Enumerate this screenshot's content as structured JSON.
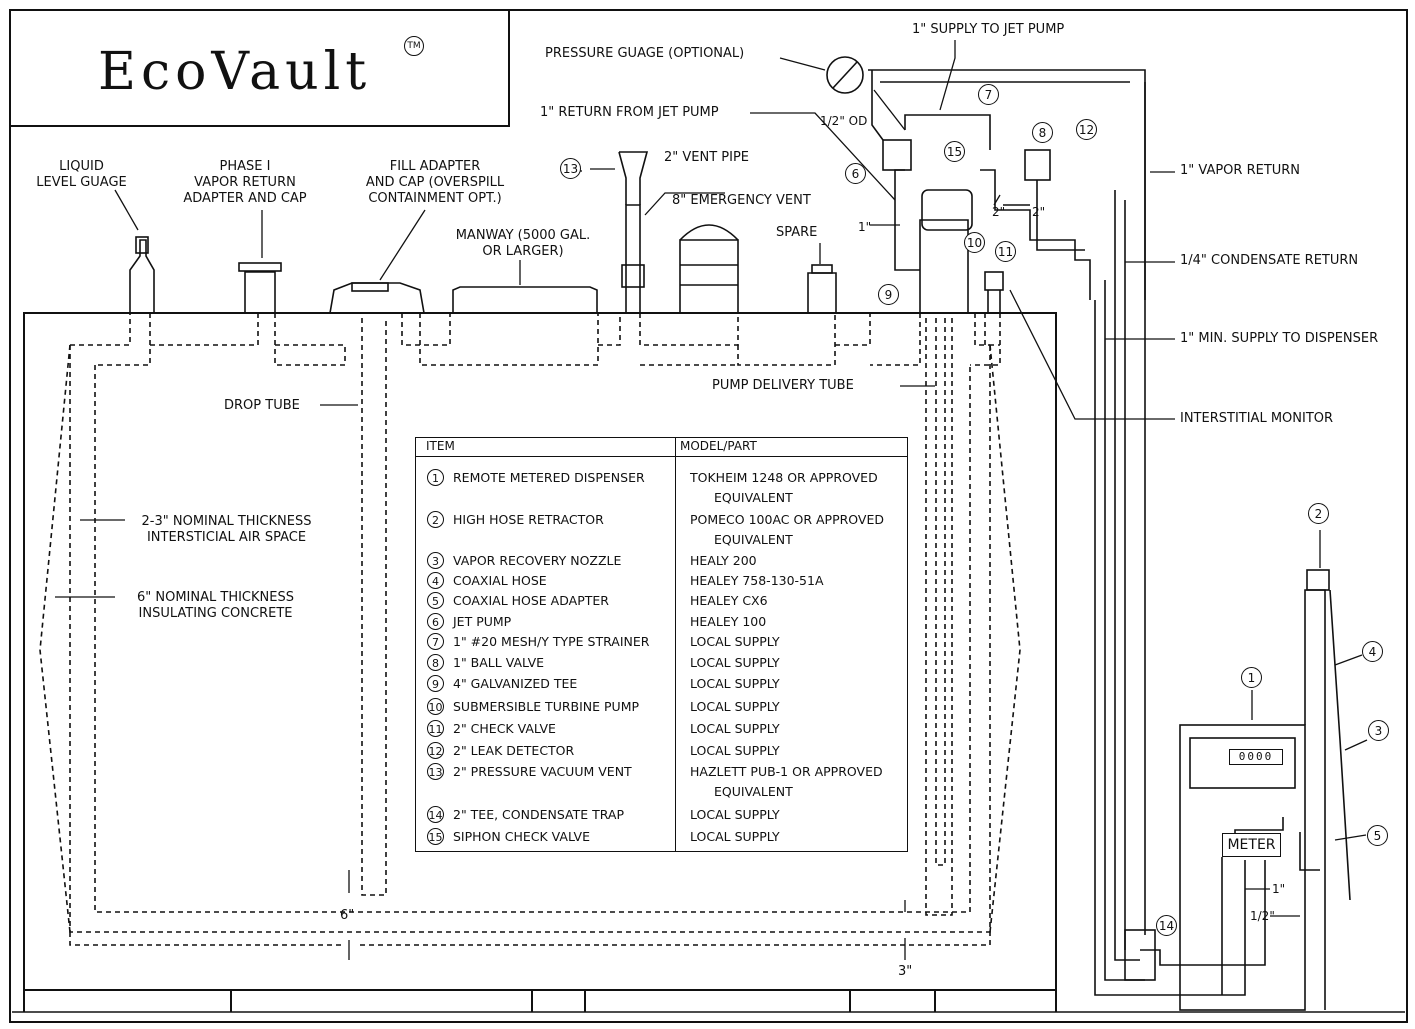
{
  "logo": {
    "name": "EcoVault",
    "tm": "TM"
  },
  "labels": {
    "pressure_gauge": "PRESSURE GUAGE (OPTIONAL)",
    "supply_to_jet_pump": "1\" SUPPLY TO JET PUMP",
    "return_from_jet_pump": "1\" RETURN FROM JET PUMP",
    "half_od": "1/2\" OD",
    "vent_pipe": "2\" VENT PIPE",
    "emergency_vent": "8\" EMERGENCY VENT",
    "vapor_return": "1\" VAPOR RETURN",
    "condensate_return": "1/4\" CONDENSATE RETURN",
    "min_supply": "1\" MIN. SUPPLY TO DISPENSER",
    "interstitial_monitor": "INTERSTITIAL MONITOR",
    "liquid_level_l1": "LIQUID",
    "liquid_level_l2": "LEVEL GUAGE",
    "phase1_l1": "PHASE I",
    "phase1_l2": "VAPOR RETURN",
    "phase1_l3": "ADAPTER AND CAP",
    "fill_l1": "FILL ADAPTER",
    "fill_l2": "AND CAP (OVERSPILL",
    "fill_l3": "CONTAINMENT OPT.)",
    "manway_l1": "MANWAY (5000 GAL.",
    "manway_l2": "OR LARGER)",
    "spare": "SPARE",
    "one_inch_a": "1\"",
    "two_inch_a": "2\"",
    "two_inch_b": "2\"",
    "drop_tube": "DROP TUBE",
    "pump_delivery_tube": "PUMP DELIVERY TUBE",
    "air_space_l1": "2-3\" NOMINAL THICKNESS",
    "air_space_l2": "INTERSTICIAL AIR SPACE",
    "concrete_l1": "6\" NOMINAL THICKNESS",
    "concrete_l2": "INSULATING CONCRETE",
    "six_inch": "6\"",
    "three_inch": "3\"",
    "one_inch_b": "1\"",
    "half_inch": "1/2\"",
    "meter": "METER",
    "meter_digits": "0000",
    "stray_mark": "1"
  },
  "table": {
    "header_item": "ITEM",
    "header_model": "MODEL/PART",
    "rows": [
      {
        "num": "1",
        "desc": "REMOTE METERED DISPENSER",
        "model": "TOKHEIM 1248 OR APPROVED",
        "model2": "EQUIVALENT"
      },
      {
        "num": "2",
        "desc": "HIGH HOSE RETRACTOR",
        "model": "POMECO 100AC OR APPROVED",
        "model2": "EQUIVALENT"
      },
      {
        "num": "3",
        "desc": "VAPOR RECOVERY NOZZLE",
        "model": "HEALY  200",
        "model2": ""
      },
      {
        "num": "4",
        "desc": "COAXIAL HOSE",
        "model": "HEALEY 758-130-51A",
        "model2": ""
      },
      {
        "num": "5",
        "desc": "COAXIAL HOSE ADAPTER",
        "model": "HEALEY CX6",
        "model2": ""
      },
      {
        "num": "6",
        "desc": "JET PUMP",
        "model": "HEALEY 100",
        "model2": ""
      },
      {
        "num": "7",
        "desc": "1\" #20 MESH/Y TYPE STRAINER",
        "model": "LOCAL SUPPLY",
        "model2": ""
      },
      {
        "num": "8",
        "desc": "1\" BALL VALVE",
        "model": "LOCAL SUPPLY",
        "model2": ""
      },
      {
        "num": "9",
        "desc": "4\" GALVANIZED TEE",
        "model": "LOCAL SUPPLY",
        "model2": ""
      },
      {
        "num": "10",
        "desc": "SUBMERSIBLE TURBINE PUMP",
        "model": "LOCAL SUPPLY",
        "model2": ""
      },
      {
        "num": "11",
        "desc": "2\" CHECK VALVE",
        "model": "LOCAL SUPPLY",
        "model2": ""
      },
      {
        "num": "12",
        "desc": "2\" LEAK DETECTOR",
        "model": "LOCAL SUPPLY",
        "model2": ""
      },
      {
        "num": "13",
        "desc": "2\" PRESSURE VACUUM VENT",
        "model": "HAZLETT PUB-1 OR APPROVED",
        "model2": "EQUIVALENT"
      },
      {
        "num": "14",
        "desc": "2\" TEE, CONDENSATE TRAP",
        "model": "LOCAL SUPPLY",
        "model2": ""
      },
      {
        "num": "15",
        "desc": "SIPHON CHECK VALVE",
        "model": "LOCAL SUPPLY",
        "model2": ""
      }
    ]
  },
  "callouts": [
    "1",
    "2",
    "3",
    "4",
    "5",
    "6",
    "7",
    "8",
    "9",
    "10",
    "11",
    "12",
    "13",
    "14",
    "15"
  ]
}
